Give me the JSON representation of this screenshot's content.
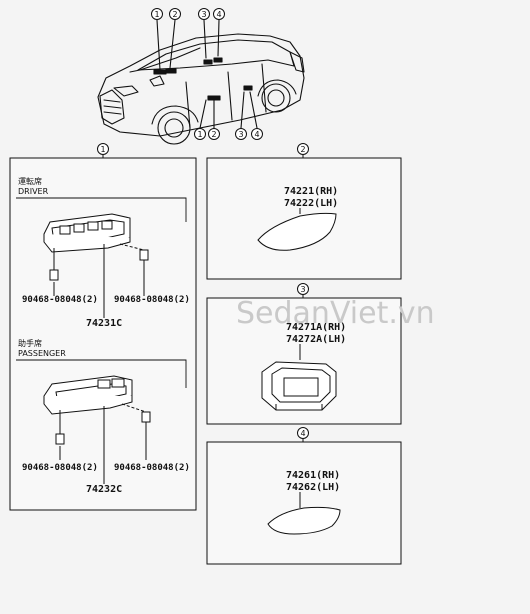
{
  "callouts": {
    "c1": "1",
    "c2": "2",
    "c3": "3",
    "c4": "4"
  },
  "panel1": {
    "driver_cn": "運転席",
    "driver_en": "DRIVER",
    "driver_clip_left": "90468-08048(2)",
    "driver_clip_right": "90468-08048(2)",
    "driver_part": "74231C",
    "passenger_cn": "助手席",
    "passenger_en": "PASSENGER",
    "passenger_clip_left": "90468-08048(2)",
    "passenger_clip_right": "90468-08048(2)",
    "passenger_part": "74232C"
  },
  "panel2": {
    "part_rh": "74221(RH)",
    "part_lh": "74222(LH)"
  },
  "panel3": {
    "part_rh": "74271A(RH)",
    "part_lh": "74272A(LH)"
  },
  "panel4": {
    "part_rh": "74261(RH)",
    "part_lh": "74262(LH)"
  },
  "watermark": "SedanViet.vn"
}
